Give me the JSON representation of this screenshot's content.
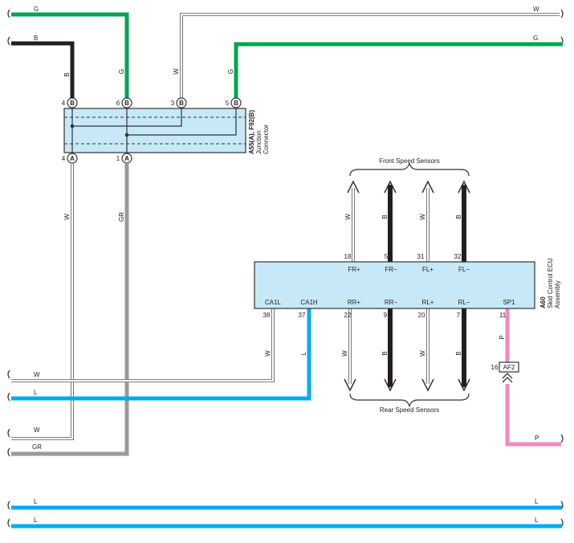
{
  "junction": {
    "name": "A55(A), F92(B)",
    "sub1": "Junction",
    "sub2": "Connector",
    "top_pins": [
      {
        "num": "4",
        "conn": "B",
        "color_code": "B"
      },
      {
        "num": "6",
        "conn": "B",
        "color_code": "G"
      },
      {
        "num": "3",
        "conn": "B",
        "color_code": "W"
      },
      {
        "num": "5",
        "conn": "B",
        "color_code": "G"
      }
    ],
    "bottom_pins": [
      {
        "num": "4",
        "conn": "A",
        "color_code": "W"
      },
      {
        "num": "1",
        "conn": "A",
        "color_code": "GR"
      }
    ]
  },
  "ecu": {
    "code": "A60",
    "name1": "Skid Control ECU",
    "name2": "Assembly",
    "top_terms": [
      {
        "pin": "18",
        "label": "FR+",
        "wire": "W"
      },
      {
        "pin": "5",
        "label": "FR−",
        "wire": "B"
      },
      {
        "pin": "31",
        "label": "FL+",
        "wire": "W"
      },
      {
        "pin": "32",
        "label": "FL−",
        "wire": "B"
      }
    ],
    "bottom_terms": [
      {
        "pin": "38",
        "label": "CA1L",
        "wire": "W"
      },
      {
        "pin": "37",
        "label": "CA1H",
        "wire": "L"
      },
      {
        "pin": "22",
        "label": "RR+",
        "wire": "W"
      },
      {
        "pin": "9",
        "label": "RR−",
        "wire": "B"
      },
      {
        "pin": "20",
        "label": "RL+",
        "wire": "W"
      },
      {
        "pin": "7",
        "label": "RL−",
        "wire": "B"
      },
      {
        "pin": "11",
        "label": "SP1",
        "wire": "P"
      }
    ]
  },
  "sensors": {
    "front": "Front Speed Sensors",
    "rear": "Rear Speed Sensors"
  },
  "connector_af2": {
    "pin": "16",
    "label": "AF2"
  },
  "edge_labels": {
    "g_top_left": "G",
    "b_left": "B",
    "w_top_right": "W",
    "g_right": "G",
    "w_left_1": "W",
    "l_left_1": "L",
    "w_left_2": "W",
    "gr_left": "GR",
    "p_right": "P",
    "l_bus1_left": "L",
    "l_bus1_right": "L",
    "l_bus2_left": "L",
    "l_bus2_right": "L"
  },
  "wire_labels": {
    "b_vert": "B",
    "g_vert": "G",
    "w_vert": "W",
    "g2_vert": "G",
    "w_down": "W",
    "gr_down": "GR",
    "w_ca1l": "W",
    "l_ca1h": "L",
    "p_sp1": "P"
  },
  "colors": {
    "G": "#00a651",
    "B": "#231f20",
    "W": "#ffffff",
    "GR": "#9a9a9a",
    "L": "#00aeef",
    "P": "#f08ac0",
    "box_fill": "#c6e8f7",
    "outline": "#333333"
  }
}
